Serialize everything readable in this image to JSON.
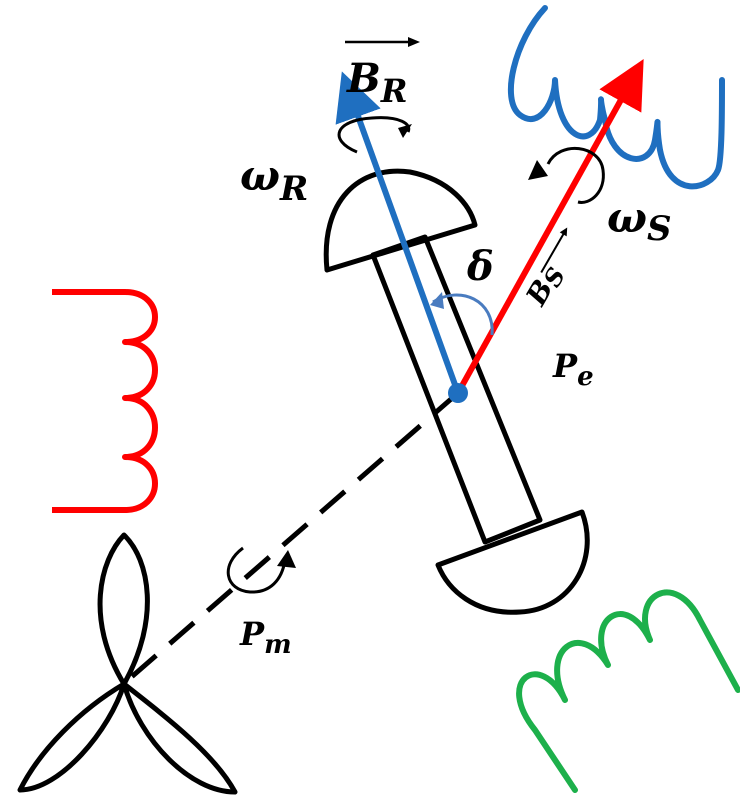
{
  "labels": {
    "b_rotor_main": "B",
    "b_rotor_sub": "R",
    "omega_rotor_main": "ω",
    "omega_rotor_sub": "R",
    "omega_stator_main": "ω",
    "omega_stator_sub": "S",
    "b_stator_main": "B",
    "b_stator_sub": "S",
    "delta": "δ",
    "pe_main": "P",
    "pe_sub": "e",
    "pm_main": "P",
    "pm_sub": "m"
  },
  "colors": {
    "rotor_field": "#1f6fc0",
    "stator_field": "#ff0000",
    "red_coil": "#ff0000",
    "blue_coil": "#1f6fc0",
    "green_coil": "#1db04b",
    "outline": "#000000",
    "delta_arc": "#4a7cc0"
  }
}
